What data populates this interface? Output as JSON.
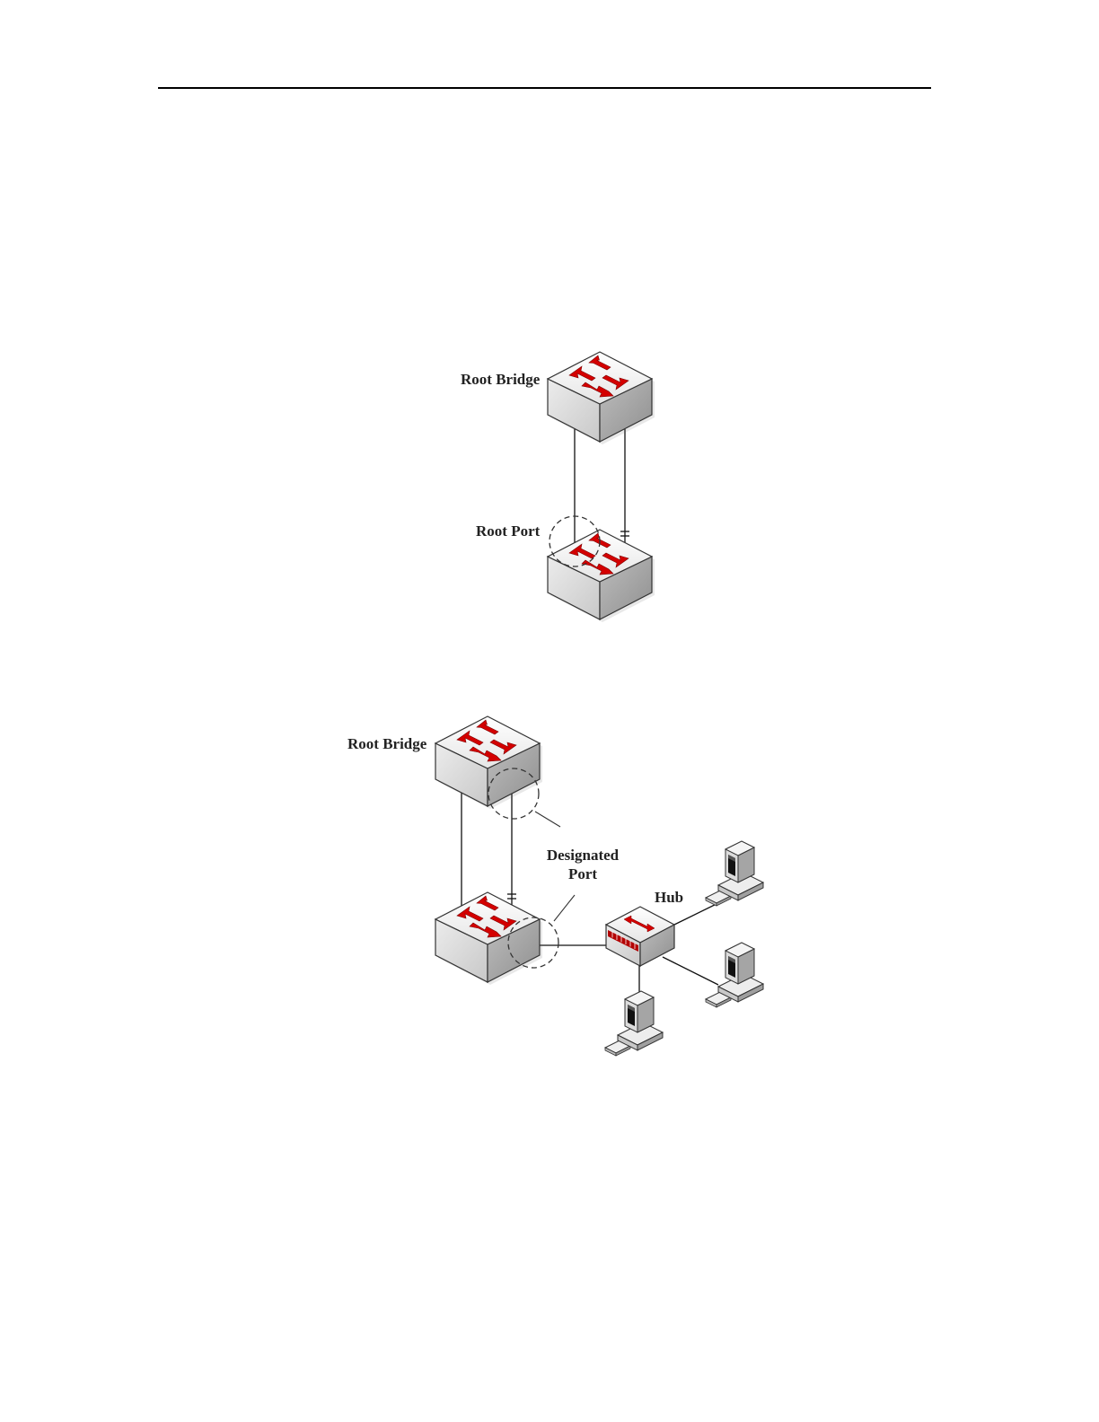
{
  "colors": {
    "rule": "#000000",
    "switch_top": "#f2f2f2",
    "switch_left": "#d4d4d4",
    "switch_right": "#a9a9a9",
    "arrow": "#d40000",
    "hub_ports": "#b30000"
  },
  "icons": [
    "switch-icon",
    "hub-icon",
    "computer-icon"
  ],
  "figure1": {
    "root_bridge_label": "Root Bridge",
    "root_port_label": "Root Port"
  },
  "figure2": {
    "root_bridge_label": "Root Bridge",
    "designated_port_line1": "Designated",
    "designated_port_line2": "Port",
    "hub_label": "Hub"
  }
}
